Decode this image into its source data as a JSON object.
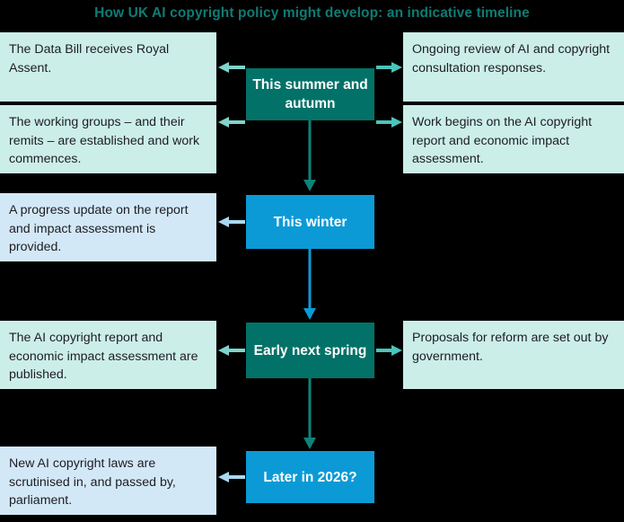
{
  "title": "How UK AI copyright policy might develop: an indicative timeline",
  "colors": {
    "background": "#000000",
    "title_text": "#0E7C74",
    "stage_teal": "#027268",
    "stage_blue": "#0b9ad6",
    "side_mint": "#cceee9",
    "side_blue": "#d3e8f7",
    "arrow_teal_light": "#7fd4cc",
    "arrow_teal": "#0e8378",
    "arrow_blue": "#0b9ad6",
    "body_text": "#1d1d22"
  },
  "stages": [
    {
      "id": "summer-autumn",
      "label": "This summer and autumn",
      "color_key": "stage_teal",
      "left_boxes": [
        {
          "text": "The Data Bill receives Royal Assent.",
          "fill": "side_mint"
        },
        {
          "text": "The working groups – and their remits – are established and work commences.",
          "fill": "side_mint"
        }
      ],
      "right_boxes": [
        {
          "text": "Ongoing review of AI and copyright consultation responses.",
          "fill": "side_mint"
        },
        {
          "text": "Work begins on the AI copyright report and economic impact assessment.",
          "fill": "side_mint"
        }
      ]
    },
    {
      "id": "this-winter",
      "label": "This winter",
      "color_key": "stage_blue",
      "left_boxes": [
        {
          "text": "A progress update on the report and impact assessment is provided.",
          "fill": "side_blue"
        }
      ],
      "right_boxes": []
    },
    {
      "id": "early-next-spring",
      "label": "Early next spring",
      "color_key": "stage_teal",
      "left_boxes": [
        {
          "text": "The AI copyright report and economic impact assessment are published.",
          "fill": "side_mint"
        }
      ],
      "right_boxes": [
        {
          "text": "Proposals for reform are set out by government.",
          "fill": "side_mint"
        }
      ]
    },
    {
      "id": "later-in-2026",
      "label": "Later in 2026?",
      "color_key": "stage_blue",
      "left_boxes": [
        {
          "text": "New AI copyright laws are scrutinised in, and passed by, parliament.",
          "fill": "side_blue"
        }
      ],
      "right_boxes": []
    }
  ],
  "connectors": [
    {
      "from": "summer-autumn",
      "to": "this-winter",
      "direction": "down",
      "color_key": "arrow_teal"
    },
    {
      "from": "this-winter",
      "to": "early-next-spring",
      "direction": "down",
      "color_key": "arrow_blue"
    },
    {
      "from": "early-next-spring",
      "to": "later-in-2026",
      "direction": "down",
      "color_key": "arrow_teal"
    }
  ]
}
